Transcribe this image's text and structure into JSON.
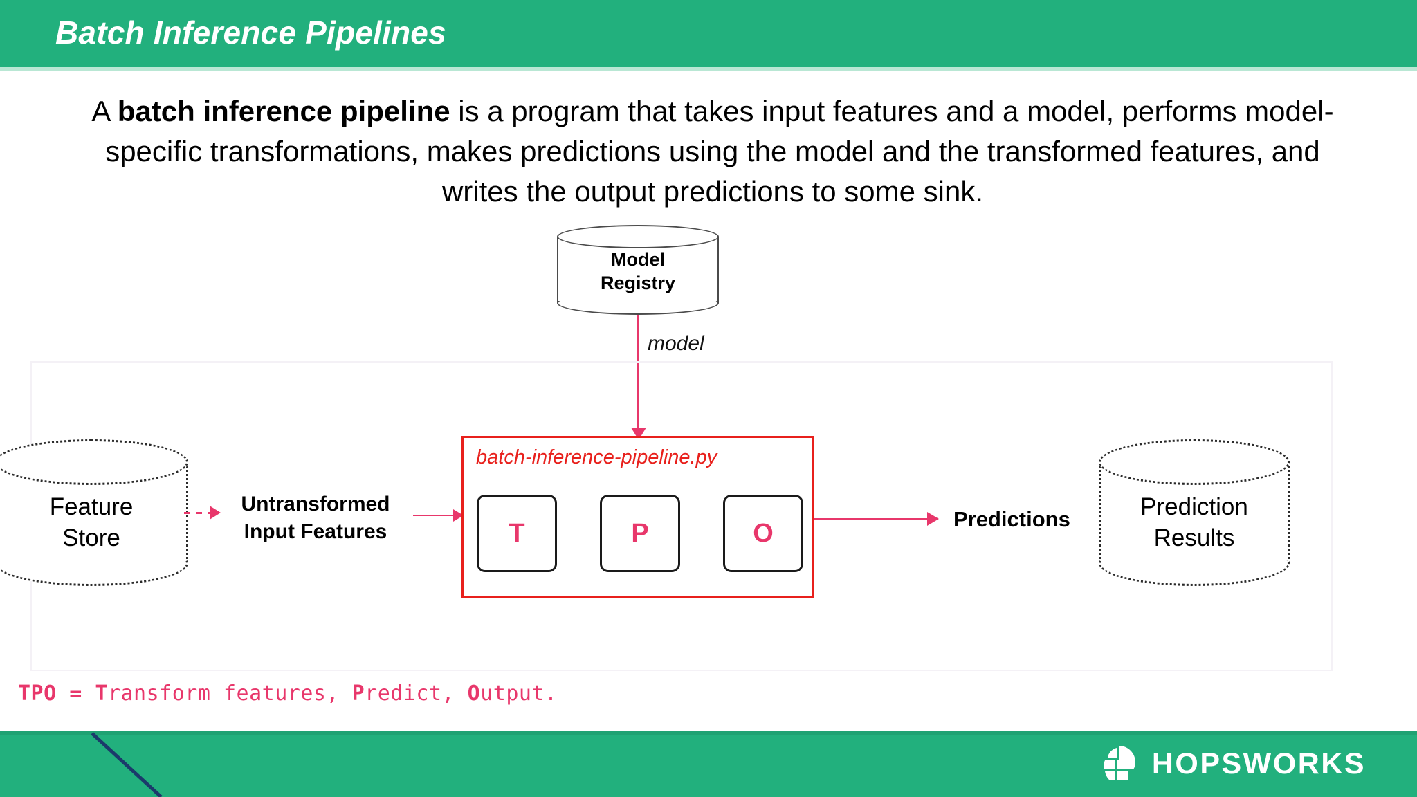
{
  "header": {
    "title": "Batch Inference Pipelines",
    "background_color": "#22b07d"
  },
  "body_text": {
    "part1": "A ",
    "emphasis": "batch inference pipeline",
    "part2": " is a program that takes input features and a model, performs model-specific transformations, makes predictions using the model and the transformed features, and writes the output predictions to some sink."
  },
  "diagram": {
    "model_registry": {
      "line1": "Model",
      "line2": "Registry"
    },
    "model_edge_label": "model",
    "feature_store": {
      "line1": "Feature",
      "line2": "Store"
    },
    "untransformed_label": {
      "line1": "Untransformed",
      "line2": "Input Features"
    },
    "pipeline": {
      "filename": "batch-inference-pipeline.py",
      "steps": [
        {
          "letter": "T"
        },
        {
          "letter": "P"
        },
        {
          "letter": "O"
        }
      ],
      "border_color": "#e8201c"
    },
    "predictions_label": "Predictions",
    "prediction_results": {
      "line1": "Prediction",
      "line2": "Results"
    },
    "accent_pink": "#e8376b"
  },
  "legend": {
    "tpo_key": "TPO",
    "equals": " = ",
    "t_bold": "T",
    "t_rest": "ransform features, ",
    "p_bold": "P",
    "p_rest": "redict, ",
    "o_bold": "O",
    "o_rest": "utput."
  },
  "footer": {
    "brand_name": "HOPSWORKS",
    "background_color": "#22b07d"
  }
}
